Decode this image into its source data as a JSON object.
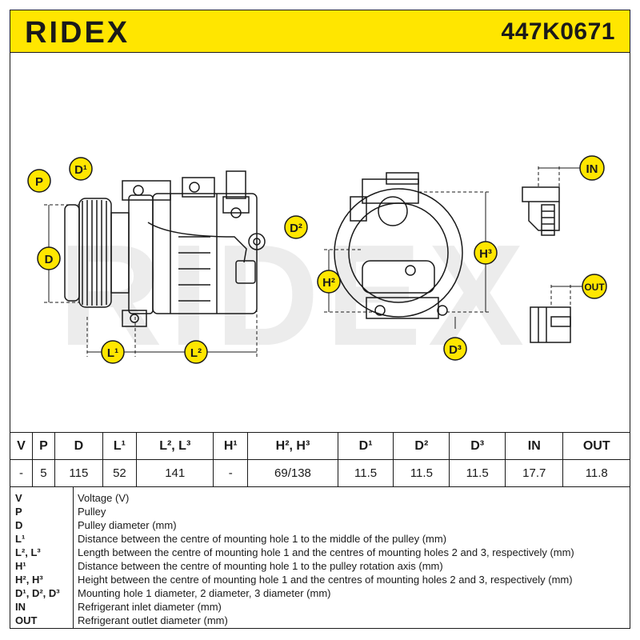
{
  "header": {
    "brand": "RIDEX",
    "part_number": "447K0671",
    "accent_color": "#ffe600"
  },
  "drawing": {
    "watermark": "RIDEX",
    "labels": {
      "P": "P",
      "D": "D",
      "D1": "D¹",
      "D2": "D²",
      "D3": "D³",
      "L1": "L¹",
      "L2": "L²",
      "H2": "H²",
      "H3": "H³",
      "IN": "IN",
      "OUT": "OUT"
    }
  },
  "spec_table": {
    "headers": [
      "V",
      "P",
      "D",
      "L¹",
      "L², L³",
      "H¹",
      "H², H³",
      "D¹",
      "D²",
      "D³",
      "IN",
      "OUT"
    ],
    "values": [
      "-",
      "5",
      "115",
      "52",
      "141",
      "-",
      "69/138",
      "11.5",
      "11.5",
      "11.5",
      "17.7",
      "11.8"
    ]
  },
  "legend": [
    {
      "code": "V",
      "desc": "Voltage (V)"
    },
    {
      "code": "P",
      "desc": "Pulley"
    },
    {
      "code": "D",
      "desc": "Pulley diameter (mm)"
    },
    {
      "code": "L¹",
      "desc": "Distance between the centre of mounting hole 1 to the middle of the pulley (mm)"
    },
    {
      "code": "L², L³",
      "desc": "Length between the centre of mounting hole 1 and the centres of mounting holes 2 and 3, respectively (mm)"
    },
    {
      "code": "H¹",
      "desc": "Distance between the centre of mounting hole 1 to the pulley rotation axis (mm)"
    },
    {
      "code": "H², H³",
      "desc": "Height between the centre of mounting hole 1 and the centres of mounting holes 2 and 3, respectively (mm)"
    },
    {
      "code": "D¹, D², D³",
      "desc": "Mounting hole 1 diameter, 2 diameter, 3 diameter (mm)"
    },
    {
      "code": "IN",
      "desc": "Refrigerant inlet diameter (mm)"
    },
    {
      "code": "OUT",
      "desc": "Refrigerant outlet diameter (mm)"
    }
  ]
}
